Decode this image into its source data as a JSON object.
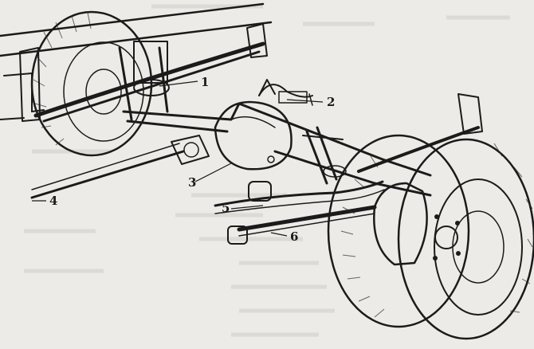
{
  "figure": {
    "type": "technical-illustration",
    "subject": "rear-axle-suspension",
    "callouts": [
      {
        "id": "c1",
        "label": "1"
      },
      {
        "id": "c2",
        "label": "2"
      },
      {
        "id": "c3",
        "label": "3"
      },
      {
        "id": "c4",
        "label": "4"
      },
      {
        "id": "c5",
        "label": "5"
      },
      {
        "id": "c6",
        "label": "6"
      }
    ]
  },
  "colors": {
    "paper": "#ecebe7",
    "ink": "#1b1b1b",
    "bleed_through": "#c9c8c3"
  }
}
